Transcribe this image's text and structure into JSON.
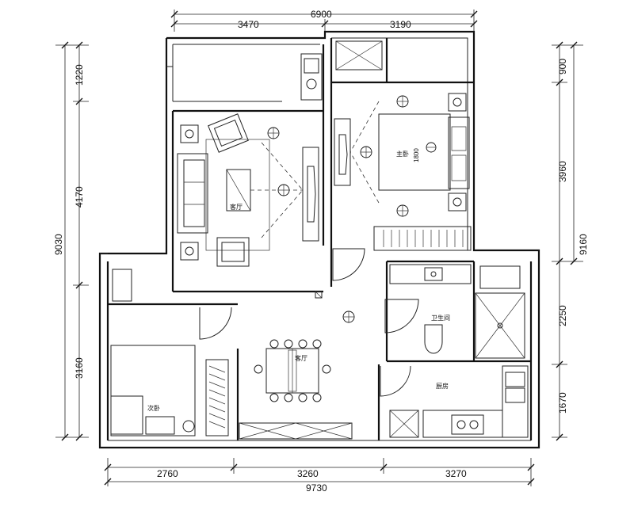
{
  "dimensions": {
    "top_total": "6900",
    "top_left": "3470",
    "top_right": "3190",
    "bottom_left": "2760",
    "bottom_mid": "3260",
    "bottom_right": "3270",
    "bottom_total": "9730",
    "left_total": "9030",
    "left_top": "1220",
    "left_mid": "4170",
    "left_bottom": "3160",
    "right_top": "900",
    "right_mid": "3960",
    "right_total": "9160",
    "right_low": "2250",
    "right_bottom": "1670"
  },
  "rooms": {
    "living": "客厅",
    "master_bedroom": "主卧",
    "bathroom": "卫生间",
    "dining": "客厅",
    "second_bedroom": "次卧",
    "kitchen": "厨房"
  },
  "annotations": {
    "bed_size": "1800"
  }
}
